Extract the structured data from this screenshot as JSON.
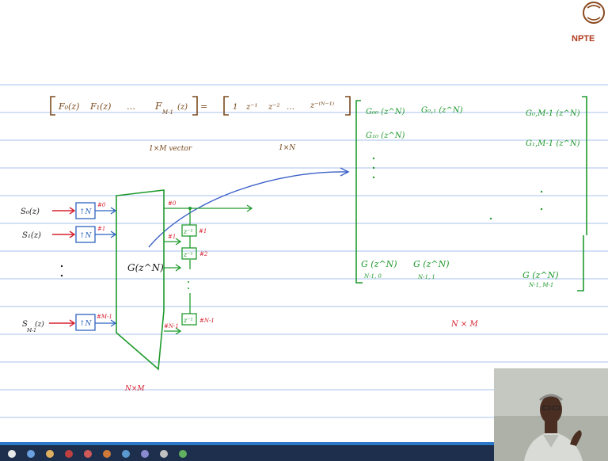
{
  "logo": {
    "text": "NPTE"
  },
  "equation": {
    "lhs": [
      "F₀(z)",
      "F₁(z)",
      "…",
      "F",
      "M-1",
      "(z)"
    ],
    "equals": "=",
    "rhs": [
      "1",
      "z⁻¹",
      "z⁻²",
      "…",
      "z⁻⁽ᴺ⁻¹⁾"
    ],
    "lhs_dim": "1×M vector",
    "rhs_dim": "1×N"
  },
  "matrix": {
    "g00": "G₀₀ (z^N)",
    "g01": "G₀,₁ (z^N)",
    "g0m": "G₀,M-1 (z^N)",
    "g10": "G₁₀ (z^N)",
    "g1m": "G₁,M-1 (z^N)",
    "gn0": "G       (z^N)",
    "gn0_sub": "N-1, 0",
    "gn1": "G       (z^N)",
    "gn1_sub": "N-1, 1",
    "gnm": "G       (z^N)",
    "gnm_sub": "N-1, M-1",
    "dim": "N × M"
  },
  "diagram": {
    "inputs": [
      "S₀(z)",
      "S₁(z)",
      "S",
      "M-1"
    ],
    "input_sub_last": "(z)",
    "upsampler": "↑N",
    "input_nodes": [
      "#0",
      "#1",
      "#M-1"
    ],
    "block_label": "G(z^N)",
    "block_dim": "N×M",
    "outputs": [
      "#0",
      "#1",
      "#N-1"
    ],
    "delay": "z⁻¹",
    "delay_outputs": [
      "#1",
      "#2",
      "#N-1"
    ]
  },
  "colors": {
    "green": "#1f9a2c",
    "red": "#d6202e",
    "blue": "#3a5fc8",
    "ruled_line": "#9ab4e8",
    "taskbar": "#1d2f4d"
  }
}
